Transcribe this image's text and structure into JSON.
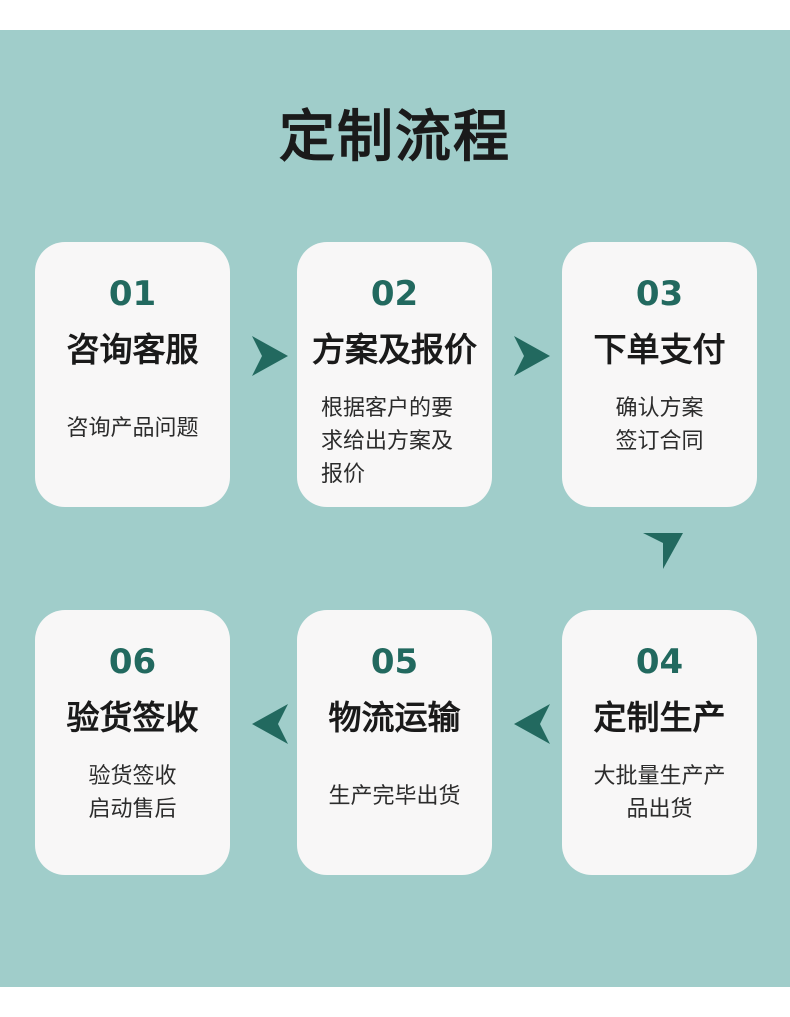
{
  "title": "定制流程",
  "steps": [
    {
      "num": "01",
      "name": "咨询客服",
      "desc": "咨询产品问题"
    },
    {
      "num": "02",
      "name": "方案及报价",
      "desc_lines": [
        "根据客户的要",
        "求给出方案及",
        "报价"
      ]
    },
    {
      "num": "03",
      "name": "下单支付",
      "desc_lines": [
        "确认方案",
        "签订合同"
      ]
    },
    {
      "num": "04",
      "name": "定制生产",
      "desc_lines": [
        "大批量生产产",
        "品出货"
      ]
    },
    {
      "num": "05",
      "name": "物流运输",
      "desc": "生产完毕出货"
    },
    {
      "num": "06",
      "name": "验货签收",
      "desc_lines": [
        "验货签收",
        "启动售后"
      ]
    }
  ],
  "colors": {
    "background": "#a0cdca",
    "card": "#f8f7f7",
    "accent": "#22695f",
    "text": "#1a1a1a"
  },
  "icons": {
    "arrow_right": "triangle-right-icon",
    "arrow_down": "triangle-down-icon",
    "arrow_left": "triangle-left-icon"
  }
}
